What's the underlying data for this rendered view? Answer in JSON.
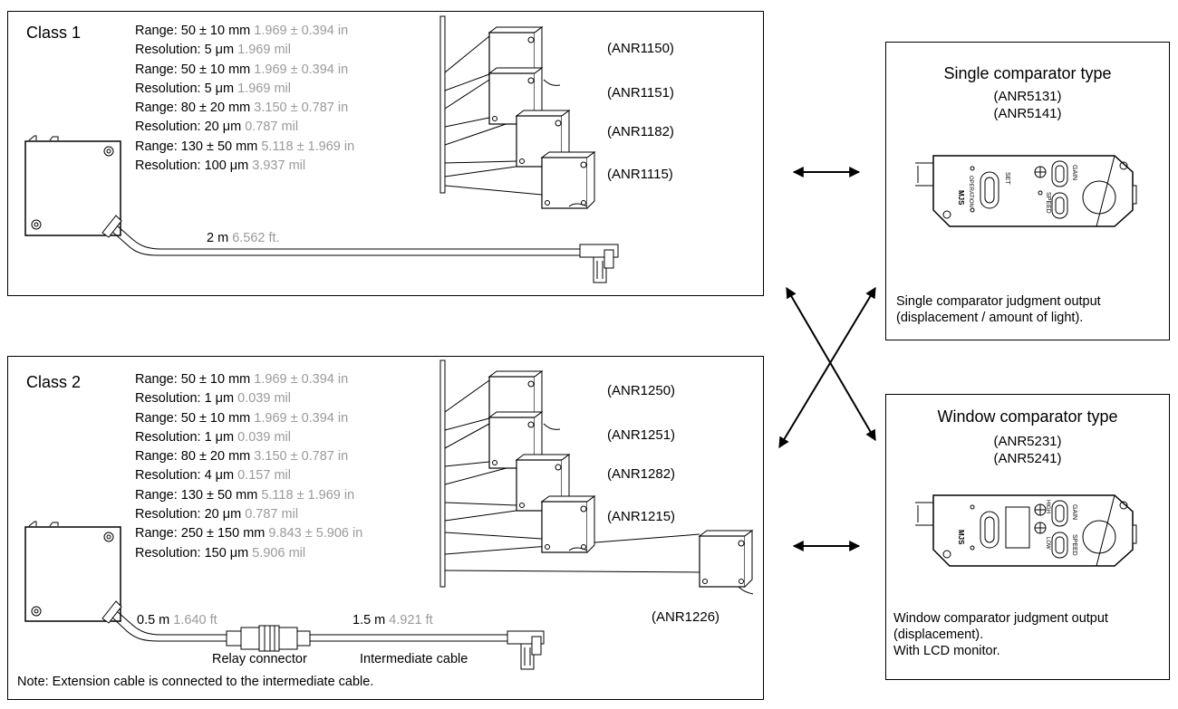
{
  "class1": {
    "label": "Class 1",
    "specs": [
      {
        "metric": "Range: 50 ± 10 mm",
        "imperial": "1.969 ± 0.394 in"
      },
      {
        "metric": "Resolution: 5 μm",
        "imperial": "1.969 mil"
      },
      {
        "metric": "Range: 50 ± 10 mm",
        "imperial": "1.969 ± 0.394 in"
      },
      {
        "metric": "Resolution: 5 μm",
        "imperial": "1.969 mil"
      },
      {
        "metric": "Range: 80 ± 20 mm",
        "imperial": "3.150 ± 0.787 in"
      },
      {
        "metric": "Resolution: 20 μm",
        "imperial": "0.787 mil"
      },
      {
        "metric": "Range: 130 ± 50 mm",
        "imperial": "5.118 ± 1.969 in"
      },
      {
        "metric": "Resolution: 100 μm",
        "imperial": "3.937 mil"
      }
    ],
    "models": [
      "(ANR1150)",
      "(ANR1151)",
      "(ANR1182)",
      "(ANR1115)"
    ],
    "cable": {
      "metric": "2 m",
      "imperial": "6.562 ft."
    }
  },
  "class2": {
    "label": "Class 2",
    "specs": [
      {
        "metric": "Range: 50 ± 10 mm",
        "imperial": "1.969 ± 0.394 in"
      },
      {
        "metric": "Resolution: 1 μm",
        "imperial": "0.039 mil"
      },
      {
        "metric": "Range: 50 ± 10 mm",
        "imperial": "1.969 ± 0.394 in"
      },
      {
        "metric": "Resolution: 1 μm",
        "imperial": "0.039 mil"
      },
      {
        "metric": "Range: 80 ± 20 mm",
        "imperial": "3.150 ± 0.787 in"
      },
      {
        "metric": "Resolution: 4 μm",
        "imperial": "0.157 mil"
      },
      {
        "metric": "Range: 130 ± 50 mm",
        "imperial": "5.118 ± 1.969 in"
      },
      {
        "metric": "Resolution: 20 μm",
        "imperial": "0.787 mil"
      },
      {
        "metric": "Range: 250 ± 150 mm",
        "imperial": "9.843 ± 5.906 in"
      },
      {
        "metric": "Resolution: 150 μm",
        "imperial": "5.906 mil"
      }
    ],
    "models": [
      "(ANR1250)",
      "(ANR1251)",
      "(ANR1282)",
      "(ANR1215)",
      "(ANR1226)"
    ],
    "cable_short": {
      "metric": "0.5 m",
      "imperial": "1.640 ft"
    },
    "cable_long": {
      "metric": "1.5 m",
      "imperial": "4.921 ft"
    },
    "relay_connector": "Relay connector",
    "intermediate_cable": "Intermediate cable",
    "note": "Note: Extension cable is connected to the intermediate cable."
  },
  "single": {
    "title": "Single comparator type",
    "models": [
      "(ANR5131)",
      "(ANR5141)"
    ],
    "description": "Single comparator judgment output (displacement / amount of light)."
  },
  "window": {
    "title": "Window comparator type",
    "models": [
      "(ANR5231)",
      "(ANR5241)"
    ],
    "description": [
      "Window comparator judgment output (displacement).",
      "With LCD monitor."
    ]
  },
  "device_text": {
    "brand": "MJS",
    "set": "SET",
    "gain": "GAIN",
    "speed": "SPEED",
    "high": "HIGH",
    "low": "LOW",
    "operation": "OPERATION"
  },
  "colors": {
    "imperial": "#9a9a9a",
    "line": "#000000"
  }
}
